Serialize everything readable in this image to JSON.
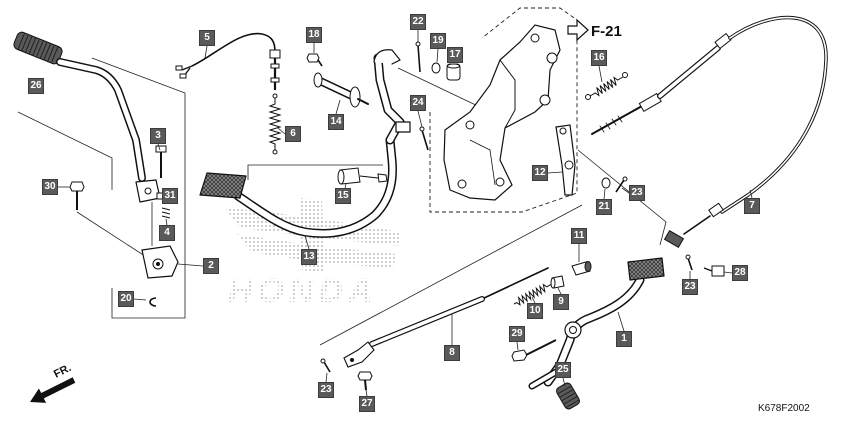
{
  "reference_arrow": {
    "label": "F-21",
    "icon": "outline-arrow-right-icon"
  },
  "direction_marker": {
    "label": "FR.",
    "icon": "arrow-down-left-icon"
  },
  "diagram_code": "K678F2002",
  "watermark": "HONDA",
  "colors": {
    "callout_background": "#5a5a5a",
    "callout_text": "#ffffff",
    "watermark_dots": "#a8a8a8"
  },
  "callouts": [
    "26",
    "5",
    "18",
    "22",
    "19",
    "17",
    "16",
    "3",
    "6",
    "14",
    "24",
    "30",
    "31",
    "15",
    "12",
    "23",
    "21",
    "7",
    "4",
    "2",
    "13",
    "11",
    "28",
    "23",
    "9",
    "10",
    "20",
    "29",
    "1",
    "8",
    "25",
    "23",
    "27"
  ]
}
